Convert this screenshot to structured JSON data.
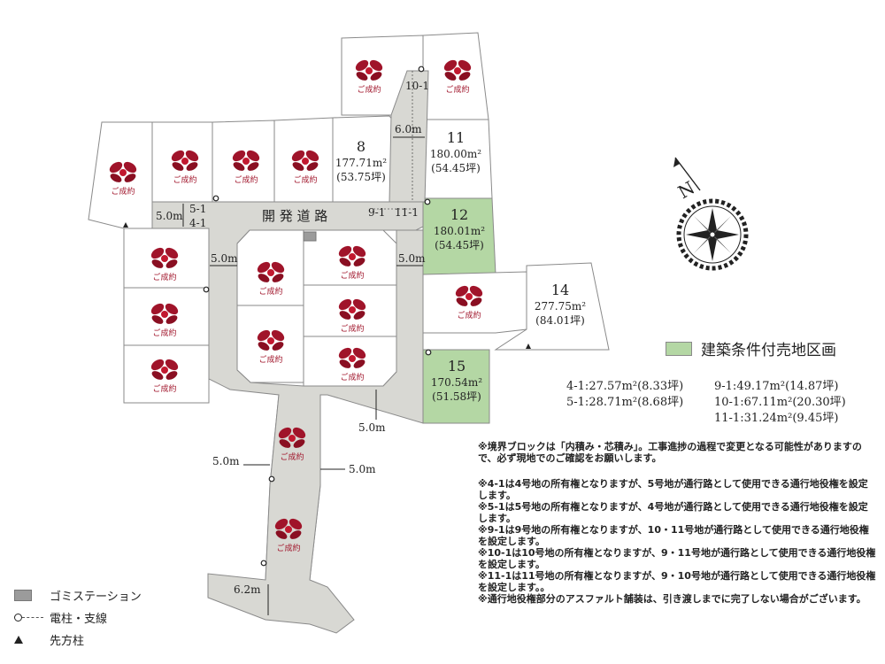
{
  "road_name": "開 発 道 路",
  "sold_label": "ご成約",
  "sold_lots": [
    {
      "id": "a"
    },
    {
      "id": "b"
    },
    {
      "id": "c"
    },
    {
      "id": "d"
    },
    {
      "id": "e"
    },
    {
      "id": "f"
    },
    {
      "id": "g"
    },
    {
      "id": "h"
    },
    {
      "id": "i"
    },
    {
      "id": "j"
    },
    {
      "id": "k"
    },
    {
      "id": "l"
    },
    {
      "id": "m"
    },
    {
      "id": "n"
    },
    {
      "id": "o"
    },
    {
      "id": "p"
    },
    {
      "id": "q"
    },
    {
      "id": "r"
    }
  ],
  "lots": {
    "lot8": {
      "number": "8",
      "area": "177.71m²",
      "tsubo": "(53.75坪)"
    },
    "lot11": {
      "number": "11",
      "area": "180.00m²",
      "tsubo": "(54.45坪)"
    },
    "lot12": {
      "number": "12",
      "area": "180.01m²",
      "tsubo": "(54.45坪)"
    },
    "lot14": {
      "number": "14",
      "area": "277.75m²",
      "tsubo": "(84.01坪)"
    },
    "lot15": {
      "number": "15",
      "area": "170.54m²",
      "tsubo": "(51.58坪)"
    }
  },
  "parcel_labels": {
    "p51": "5-1",
    "p41": "4-1",
    "p91": "9-1",
    "p111": "11-1",
    "p101": "10-1"
  },
  "dimensions": {
    "d_top_left": "5.0m",
    "d_top": "6.0m",
    "d_left": "5.0m",
    "d_right": "5.0m",
    "d_mid": "5.0m",
    "d_low_left": "5.0m",
    "d_low_right": "5.0m",
    "d_bottom": "6.2m"
  },
  "compass": {
    "label": "N"
  },
  "legend_key": {
    "label": "建築条件付売地区画",
    "color": "#b4d7a4"
  },
  "area_table": [
    [
      "4-1:27.57m²(8.33坪)",
      "9-1:49.17m²(14.87坪)"
    ],
    [
      "5-1:28.71m²(8.68坪)",
      "10-1:67.11m²(20.30坪)"
    ],
    [
      "",
      "11-1:31.24m²(9.45坪)"
    ]
  ],
  "notes": {
    "block": "※境界ブロックは「内積み・芯積み」。工事進捗の過程で変更となる可能性がありますので、必ず現地でのご確認をお願いします。",
    "n41": "※4-1は4号地の所有権となりますが、5号地が通行路として使用できる通行地役権を設定します。",
    "n51": "※5-1は5号地の所有権となりますが、4号地が通行路として使用できる通行地役権を設定します。",
    "n91": "※9-1は9号地の所有権となりますが、10・11号地が通行路として使用できる通行地役権を設定します。",
    "n101": "※10-1は10号地の所有権となりますが、9・11号地が通行路として使用できる通行地役権を設定します。",
    "n111": "※11-1は11号地の所有権となりますが、9・10号地が通行路として使用できる通行地役権を設定します。。",
    "asphalt": "※通行地役権部分のアスファルト舗装は、引き渡しまでに完了しない場合がございます。"
  },
  "bottom_legend": {
    "gomi": "ゴミステーション",
    "pole": "電柱・支線",
    "guy": "先方柱"
  }
}
